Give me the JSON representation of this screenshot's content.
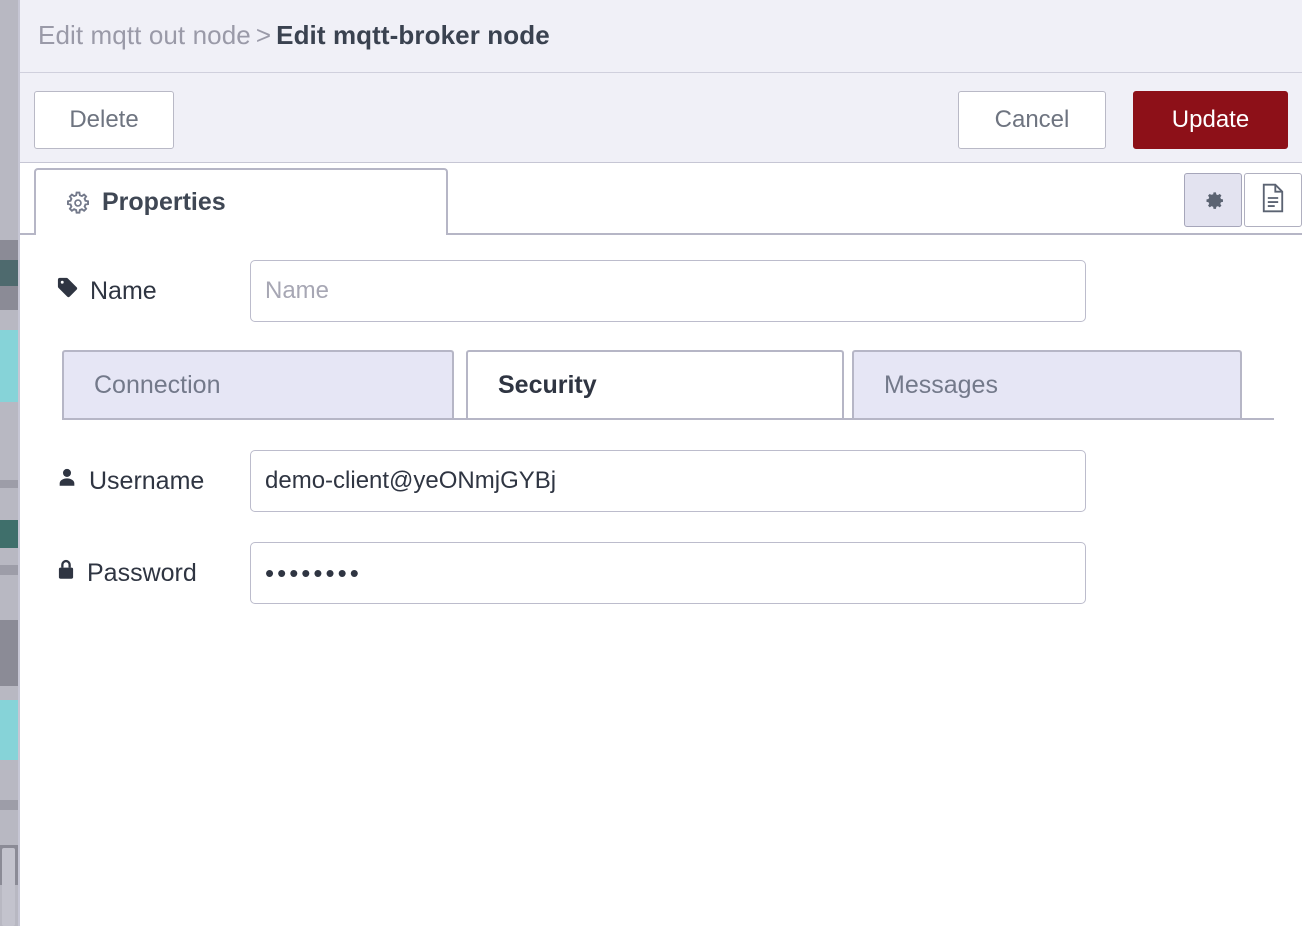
{
  "breadcrumb": {
    "parent": "Edit mqtt out node",
    "separator": ">",
    "current": "Edit mqtt-broker node"
  },
  "toolbar": {
    "delete_label": "Delete",
    "cancel_label": "Cancel",
    "update_label": "Update"
  },
  "tabs": {
    "properties_label": "Properties",
    "properties_icon": "gear-icon",
    "settings_icon": "gear-icon",
    "description_icon": "document-icon"
  },
  "form": {
    "name": {
      "label": "Name",
      "icon": "tag-icon",
      "value": "",
      "placeholder": "Name"
    },
    "username": {
      "label": "Username",
      "icon": "user-icon",
      "value": "demo-client@yeONmjGYBj",
      "placeholder": ""
    },
    "password": {
      "label": "Password",
      "icon": "lock-icon",
      "value": "••••••••",
      "placeholder": ""
    }
  },
  "subtabs": [
    {
      "label": "Connection",
      "active": false
    },
    {
      "label": "Security",
      "active": true
    },
    {
      "label": "Messages",
      "active": false
    }
  ],
  "colors": {
    "header_bg": "#f0f0f7",
    "update_button": "#8d1018",
    "border": "#b6b6c6",
    "subtab_inactive_bg": "#e6e6f5",
    "text_dark": "#2f3542",
    "text_muted": "#9a9aa8"
  }
}
